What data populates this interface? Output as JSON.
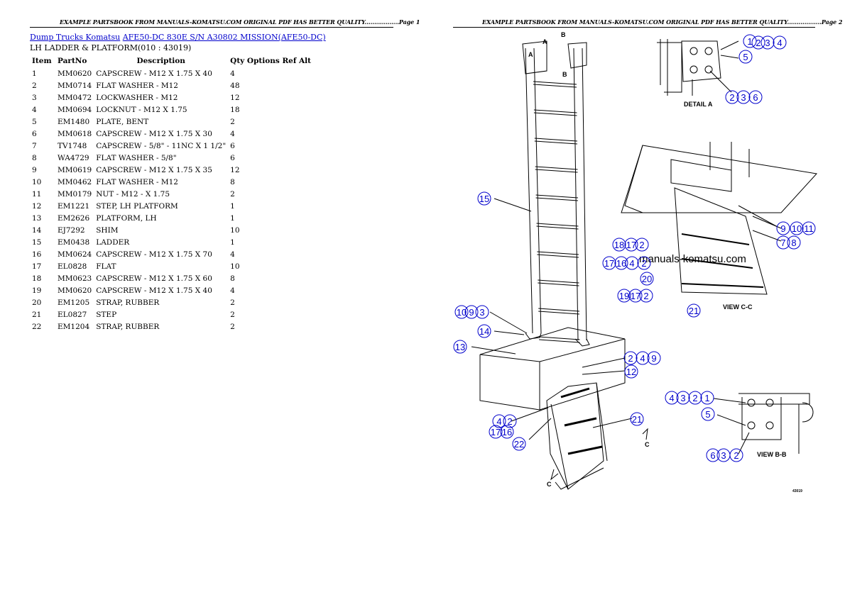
{
  "page1": {
    "header": "EXAMPLE PARTSBOOK FROM MANUALS-KOMATSU.COM ORIGINAL PDF HAS BETTER QUALITY..................Page 1"
  },
  "page2": {
    "header": "EXAMPLE PARTSBOOK FROM MANUALS-KOMATSU.COM ORIGINAL PDF HAS BETTER QUALITY..................Page 2"
  },
  "breadcrumb": {
    "link1": "Dump Trucks Komatsu",
    "link2": "AFE50-DC 830E S/N A30802 MISSION(AFE50-DC)"
  },
  "section_title": "LH LADDER & PLATFORM(010 : 43019)",
  "table": {
    "headers": {
      "item": "Item",
      "partno": "PartNo",
      "description": "Description",
      "qty_options": "Qty Options Ref Alt"
    },
    "rows": [
      [
        "1",
        "MM0620",
        "CAPSCREW - M12 X 1.75 X 40",
        "4"
      ],
      [
        "2",
        "MM0714",
        "FLAT WASHER - M12",
        "48"
      ],
      [
        "3",
        "MM0472",
        "LOCKWASHER - M12",
        "12"
      ],
      [
        "4",
        "MM0694",
        "LOCKNUT - M12 X 1.75",
        "18"
      ],
      [
        "5",
        "EM1480",
        "PLATE, BENT",
        "2"
      ],
      [
        "6",
        "MM0618",
        "CAPSCREW - M12 X 1.75 X 30",
        "4"
      ],
      [
        "7",
        "TV1748",
        "CAPSCREW - 5/8\" - 11NC X 1 1/2\"",
        "6"
      ],
      [
        "8",
        "WA4729",
        "FLAT WASHER - 5/8\"",
        "6"
      ],
      [
        "9",
        "MM0619",
        "CAPSCREW - M12 X 1.75 X 35",
        "12"
      ],
      [
        "10",
        "MM0462",
        "FLAT WASHER - M12",
        "8"
      ],
      [
        "11",
        "MM0179",
        "NUT - M12 - X 1.75",
        "2"
      ],
      [
        "12",
        "EM1221",
        "STEP, LH PLATFORM",
        "1"
      ],
      [
        "13",
        "EM2626",
        "PLATFORM, LH",
        "1"
      ],
      [
        "14",
        "EJ7292",
        "SHIM",
        "10"
      ],
      [
        "15",
        "EM0438",
        "LADDER",
        "1"
      ],
      [
        "16",
        "MM0624",
        "CAPSCREW - M12 X 1.75 X 70",
        "4"
      ],
      [
        "17",
        "EL0828",
        "FLAT",
        "10"
      ],
      [
        "18",
        "MM0623",
        "CAPSCREW - M12 X 1.75 X 60",
        "8"
      ],
      [
        "19",
        "MM0620",
        "CAPSCREW - M12 X 1.75 X 40",
        "4"
      ],
      [
        "20",
        "EM1205",
        "STRAP, RUBBER",
        "2"
      ],
      [
        "21",
        "EL0827",
        "STEP",
        "2"
      ],
      [
        "22",
        "EM1204",
        "STRAP, RUBBER",
        "2"
      ]
    ]
  },
  "diagram": {
    "labels": {
      "detail_a": "DETAIL A",
      "view_cc": "VIEW C-C",
      "view_bb": "VIEW B-B",
      "a": "A",
      "b": "B",
      "c": "C",
      "small": "43019"
    },
    "watermark": "manuals-komatsu.com",
    "callouts": [
      {
        "t": "1"
      },
      {
        "t": "2"
      },
      {
        "t": "3"
      },
      {
        "t": "4"
      },
      {
        "t": "5"
      },
      {
        "t": "2"
      },
      {
        "t": "3"
      },
      {
        "t": "6"
      },
      {
        "t": "15"
      },
      {
        "t": "9"
      },
      {
        "t": "10"
      },
      {
        "t": "11"
      },
      {
        "t": "7"
      },
      {
        "t": "8"
      },
      {
        "t": "18"
      },
      {
        "t": "17"
      },
      {
        "t": "2"
      },
      {
        "t": "17"
      },
      {
        "t": "16"
      },
      {
        "t": "4"
      },
      {
        "t": "2"
      },
      {
        "t": "20"
      },
      {
        "t": "19"
      },
      {
        "t": "17"
      },
      {
        "t": "2"
      },
      {
        "t": "21"
      },
      {
        "t": "10"
      },
      {
        "t": "9"
      },
      {
        "t": "3"
      },
      {
        "t": "14"
      },
      {
        "t": "13"
      },
      {
        "t": "2"
      },
      {
        "t": "4"
      },
      {
        "t": "9"
      },
      {
        "t": "12"
      },
      {
        "t": "4"
      },
      {
        "t": "2"
      },
      {
        "t": "17"
      },
      {
        "t": "16"
      },
      {
        "t": "22"
      },
      {
        "t": "21"
      },
      {
        "t": "4"
      },
      {
        "t": "3"
      },
      {
        "t": "2"
      },
      {
        "t": "1"
      },
      {
        "t": "5"
      },
      {
        "t": "6"
      },
      {
        "t": "3"
      },
      {
        "t": "2"
      }
    ]
  }
}
